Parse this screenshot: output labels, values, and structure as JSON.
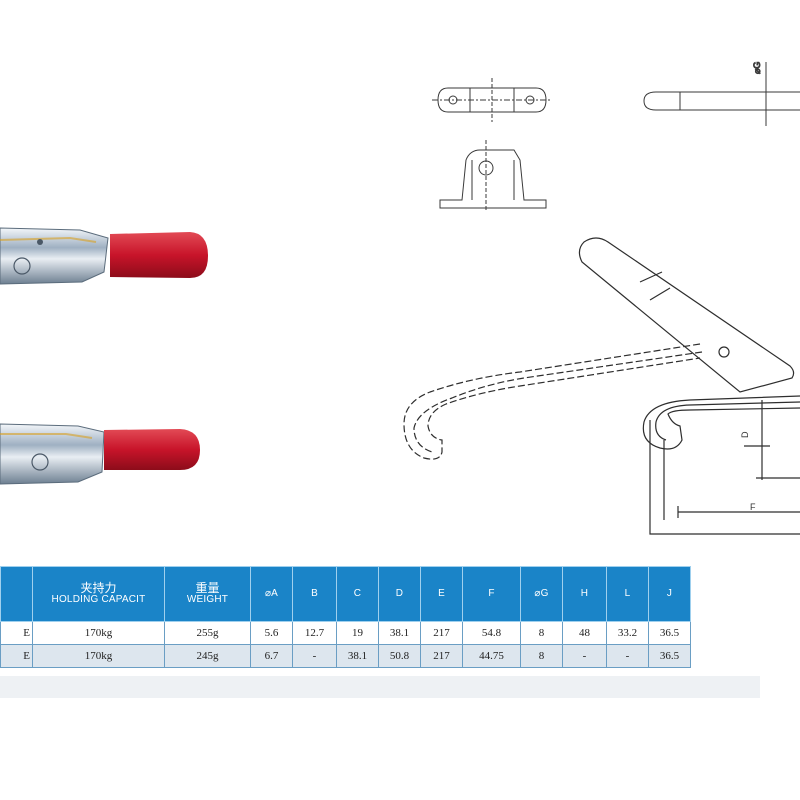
{
  "colors": {
    "header_blue": "#1a84c8",
    "handle_red": "#c8142a",
    "row_alt": "#dde6ee"
  },
  "table": {
    "headers": [
      {
        "key": "model",
        "cn": "",
        "en": ""
      },
      {
        "key": "capacity",
        "cn": "夹持力",
        "en": "HOLDING CAPACIT"
      },
      {
        "key": "weight",
        "cn": "重量",
        "en": "WEIGHT"
      },
      {
        "key": "A",
        "cn": "",
        "en": "⌀A"
      },
      {
        "key": "B",
        "cn": "",
        "en": "B"
      },
      {
        "key": "C",
        "cn": "",
        "en": "C"
      },
      {
        "key": "D",
        "cn": "",
        "en": "D"
      },
      {
        "key": "E",
        "cn": "",
        "en": "E"
      },
      {
        "key": "F",
        "cn": "",
        "en": "F"
      },
      {
        "key": "G",
        "cn": "",
        "en": "⌀G"
      },
      {
        "key": "H",
        "cn": "",
        "en": "H"
      },
      {
        "key": "L",
        "cn": "",
        "en": "L"
      },
      {
        "key": "J",
        "cn": "",
        "en": "J"
      }
    ],
    "rows": [
      [
        "E",
        "170kg",
        "255g",
        "5.6",
        "12.7",
        "19",
        "38.1",
        "217",
        "54.8",
        "8",
        "48",
        "33.2",
        "36.5"
      ],
      [
        "E",
        "170kg",
        "245g",
        "6.7",
        "-",
        "38.1",
        "50.8",
        "217",
        "44.75",
        "8",
        "-",
        "-",
        "36.5"
      ]
    ]
  }
}
